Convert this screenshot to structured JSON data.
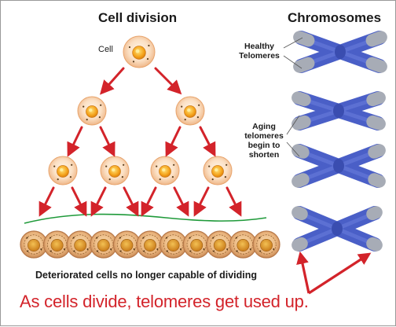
{
  "left_title": "Cell division",
  "right_title": "Chromosomes",
  "cell_label": "Cell",
  "healthy_label": "Healthy\nTelomeres",
  "aging_label": "Aging\ntelomeres\nbegin to\nshorten",
  "bottom_caption": "Deteriorated cells no longer capable of dividing",
  "footer": "As cells divide, telomeres get used up.",
  "colors": {
    "arrow": "#d3232a",
    "chromosome": "#4a5fc7",
    "telomere": "#a7acb6",
    "cell_outer": "#f8d8b8",
    "cell_nucleus": "#f4a21a",
    "curve": "#1f9a3a"
  }
}
